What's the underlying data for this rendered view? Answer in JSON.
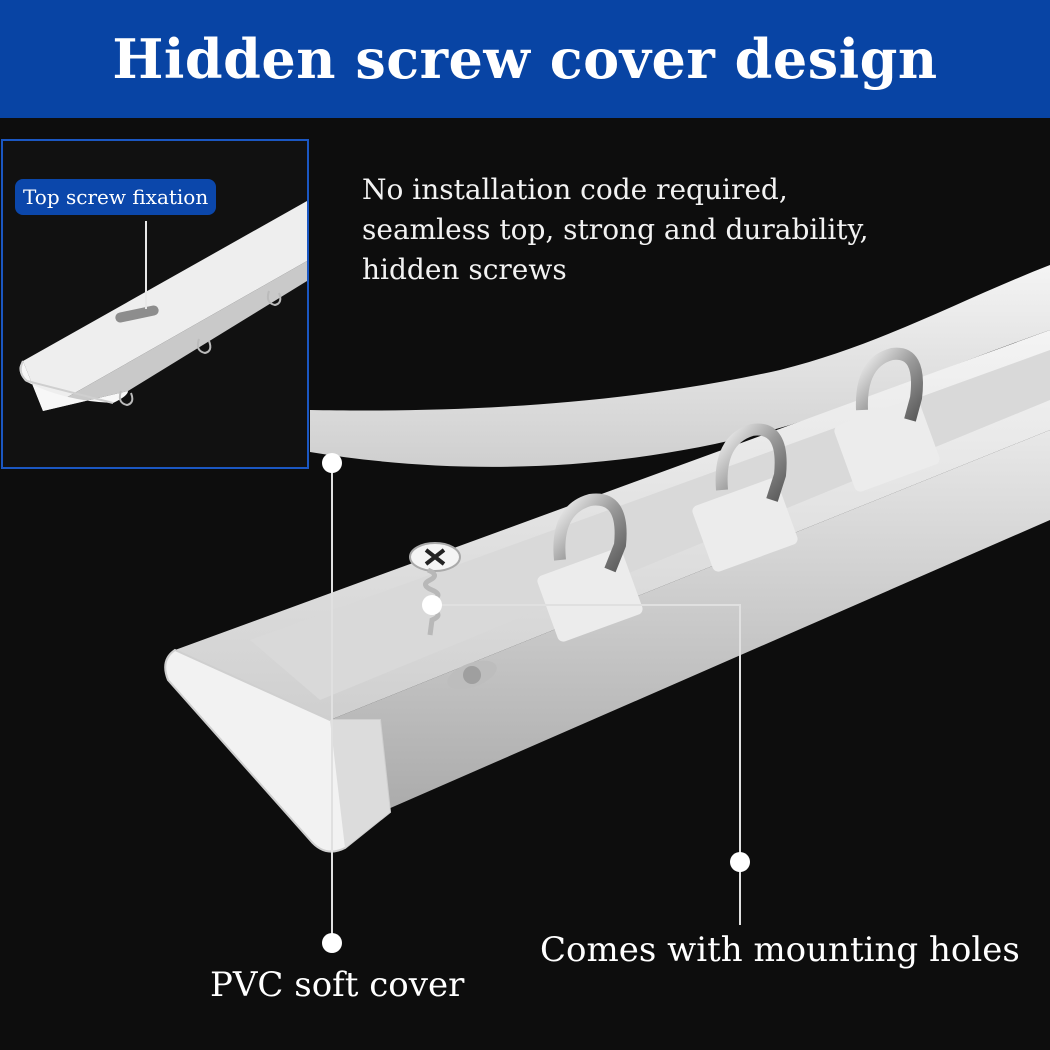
{
  "banner": {
    "title": "Hidden screw cover design"
  },
  "inset": {
    "label": "Top screw fixation"
  },
  "description": {
    "line1": "No installation code required,",
    "line2": "seamless top, strong and durability,",
    "line3": "hidden screws"
  },
  "callouts": {
    "pvc_cover": "PVC soft cover",
    "mounting_holes": "Comes with mounting holes"
  },
  "colors": {
    "banner_blue": "#0844a4",
    "background": "#0d0d0d",
    "rail_white": "#e9e9e9"
  }
}
